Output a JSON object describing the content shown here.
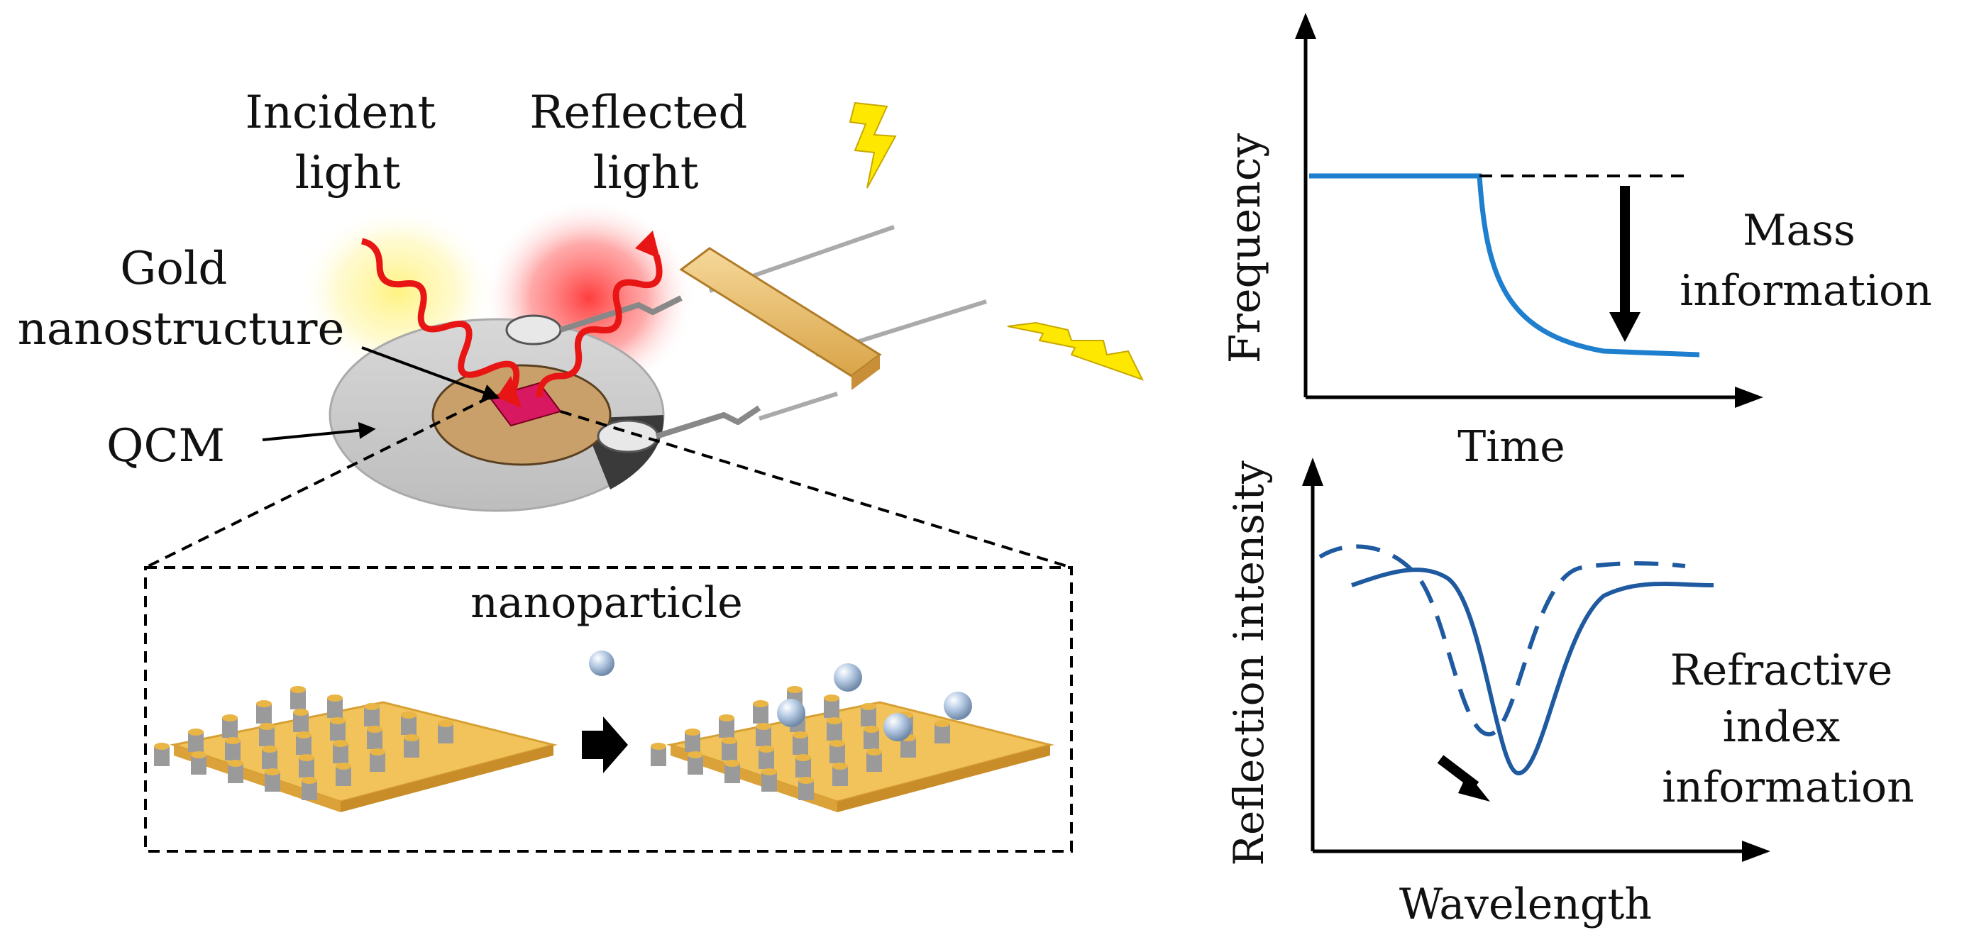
{
  "labels": {
    "incident": [
      "Incident",
      "light"
    ],
    "reflected": [
      "Reflected",
      "light"
    ],
    "gold": [
      "Gold",
      "nanostructure"
    ],
    "qcm": "QCM",
    "nanoparticle": "nanoparticle"
  },
  "frequency_graph": {
    "ylabel": "Frequency",
    "xlabel": "Time",
    "annotation": [
      "Mass",
      "information"
    ]
  },
  "reflection_graph": {
    "ylabel": "Reflection intensity",
    "xlabel": "Wavelength",
    "annotation": [
      "Refractive",
      "index",
      "information"
    ]
  },
  "colors": {
    "frequency_curve": "#1f7fcf",
    "reflection_curve": "#1f5aa0",
    "gold": "#e8b44a",
    "light_red": "#ff2a2a",
    "glow_yellow": "#ffef80",
    "bolt": "#ffe800"
  },
  "icons": [
    "lightning-bolt-icon",
    "right-arrow-icon",
    "down-arrow-icon"
  ]
}
